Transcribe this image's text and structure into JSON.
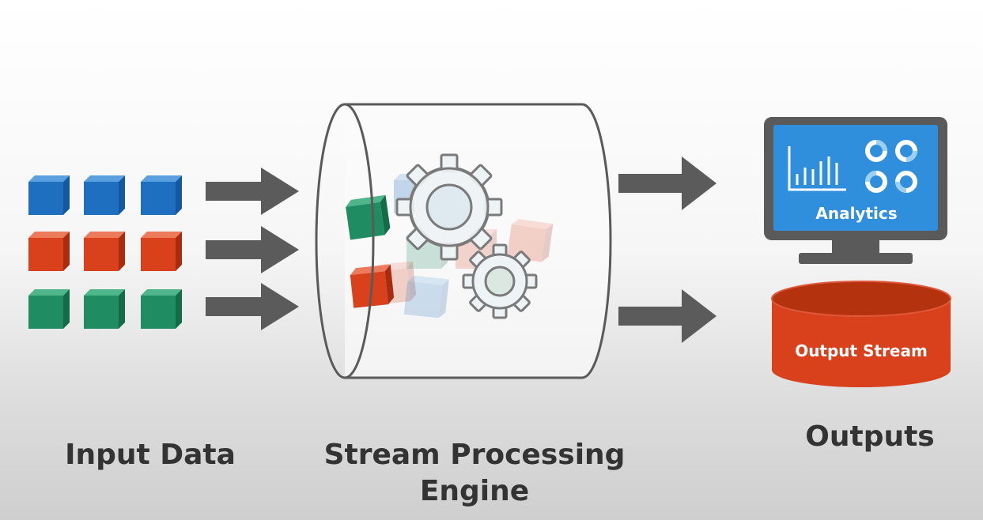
{
  "labels": {
    "input_data": "Input Data",
    "engine_line1": "Stream Processing",
    "engine_line2": "Engine",
    "outputs": "Outputs",
    "analytics": "Analytics",
    "output_stream": "Output Stream"
  },
  "input_rows": [
    {
      "color": "#1e6fc0",
      "count": 3
    },
    {
      "color": "#d9401c",
      "count": 3
    },
    {
      "color": "#1f8c62",
      "count": 3
    }
  ],
  "colors": {
    "arrow": "#5b5b5b",
    "gear_stroke": "#7a7a7a",
    "monitor_frame": "#5a5a5a",
    "monitor_screen": "#2f8fdc",
    "database": "#d9401c",
    "text": "#333333"
  }
}
